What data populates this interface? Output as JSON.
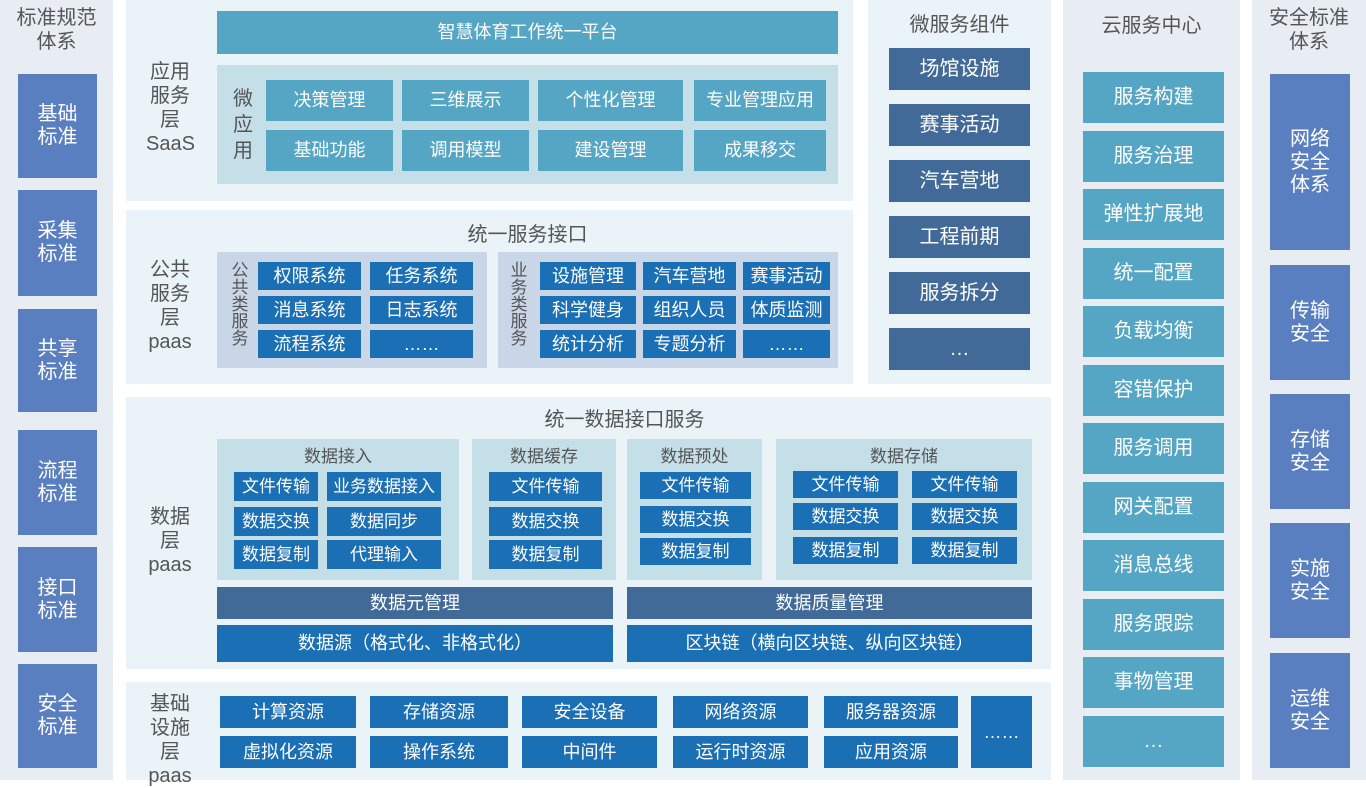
{
  "standards": {
    "title": "标准规范体系",
    "items": [
      "基础标准",
      "采集标准",
      "共享标准",
      "流程标准",
      "接口标准",
      "安全标准"
    ]
  },
  "saas": {
    "layer_label": "应用服务层SaaS",
    "platform": "智慧体育工作统一平台",
    "micro_label": "微应用",
    "items": [
      "决策管理",
      "三维展示",
      "个性化管理",
      "专业管理应用",
      "基础功能",
      "调用模型",
      "建设管理",
      "成果移交"
    ]
  },
  "public": {
    "layer_label": "公共服务层paas",
    "title": "统一服务接口",
    "common_label": "公共类服务",
    "common_items": [
      "权限系统",
      "任务系统",
      "消息系统",
      "日志系统",
      "流程系统",
      "……"
    ],
    "business_label": "业务类服务",
    "business_items": [
      "设施管理",
      "汽车营地",
      "赛事活动",
      "科学健身",
      "组织人员",
      "体质监测",
      "统计分析",
      "专题分析",
      "……"
    ]
  },
  "data": {
    "layer_label": "数据层paas",
    "title": "统一数据接口服务",
    "groups": [
      {
        "title": "数据接入",
        "items": [
          "文件传输",
          "业务数据接入",
          "数据交换",
          "数据同步",
          "数据复制",
          "代理输入"
        ]
      },
      {
        "title": "数据缓存",
        "items": [
          "文件传输",
          "数据交换",
          "数据复制"
        ]
      },
      {
        "title": "数据预处",
        "items": [
          "文件传输",
          "数据交换",
          "数据复制"
        ]
      },
      {
        "title": "数据存储",
        "items": [
          "文件传输",
          "文件传输",
          "数据交换",
          "数据交换",
          "数据复制",
          "数据复制"
        ]
      }
    ],
    "meta_mgmt": "数据元管理",
    "quality_mgmt": "数据质量管理",
    "source": "数据源（格式化、非格式化）",
    "blockchain": "区块链（横向区块链、纵向区块链）"
  },
  "infra": {
    "layer_label": "基础设施层paas",
    "items": [
      "计算资源",
      "存储资源",
      "安全设备",
      "网络资源",
      "服务器资源",
      "虚拟化资源",
      "操作系统",
      "中间件",
      "运行时资源",
      "应用资源"
    ],
    "more": "……"
  },
  "microservice": {
    "title": "微服务组件",
    "items": [
      "场馆设施",
      "赛事活动",
      "汽车营地",
      "工程前期",
      "服务拆分",
      "…"
    ]
  },
  "cloud": {
    "title": "云服务中心",
    "items": [
      "服务构建",
      "服务治理",
      "弹性扩展地",
      "统一配置",
      "负载均衡",
      "容错保护",
      "服务调用",
      "网关配置",
      "消息总线",
      "服务跟踪",
      "事物管理",
      "…"
    ]
  },
  "security": {
    "title": "安全标准体系",
    "items": [
      "网络安全体系",
      "传输安全",
      "存储安全",
      "实施安全",
      "运维安全"
    ]
  },
  "colors": {
    "blue": "#1a6fb5",
    "teal": "#55a5c4",
    "steel": "#426a99",
    "slate": "#5a7fc0",
    "panel": "#eaf3f7",
    "side": "#e8edf4",
    "light_teal": "#c5dfe9",
    "light_blue": "#c9d6e8"
  }
}
